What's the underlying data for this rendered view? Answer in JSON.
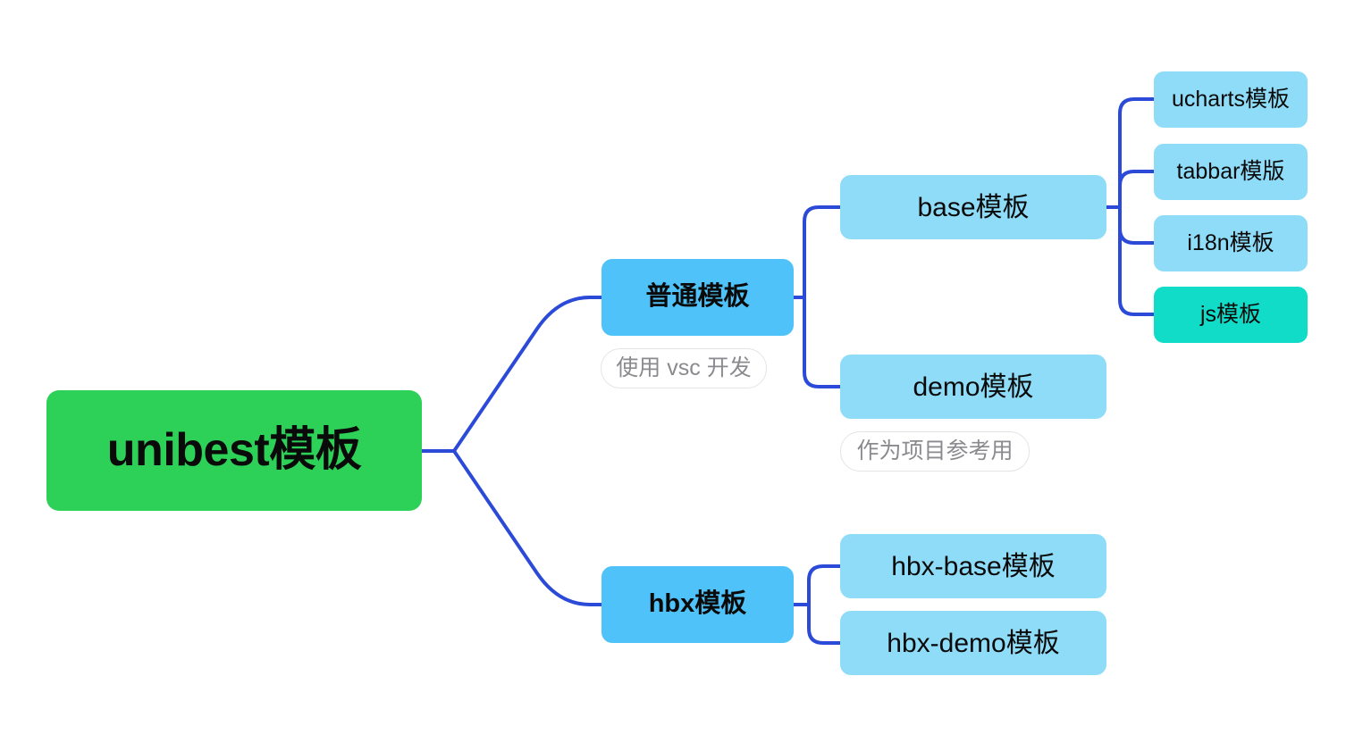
{
  "diagram": {
    "type": "mindmap",
    "title": "unibest模板",
    "orientation": "left-to-right",
    "background": "#ffffff",
    "edge_color": "#2b4ad8",
    "edge_width": 4
  },
  "colors": {
    "root_green": "#2ed158",
    "level1_blue": "#4fc3f9",
    "level2_light_blue": "#8fdcf8",
    "accent_teal": "#10dcc8",
    "edge_blue": "#2b4ad8",
    "note_text": "#8b8b8f",
    "note_border": "#e4e4e6",
    "node_text": "#0a0a0a"
  },
  "root": {
    "label": "unibest模板"
  },
  "branches": [
    {
      "id": "normal",
      "label": "普通模板",
      "note": "使用 vsc 开发",
      "children": [
        {
          "id": "base",
          "label": "base模板",
          "note": null,
          "children": [
            {
              "id": "ucharts",
              "label": "ucharts模板",
              "highlight": false
            },
            {
              "id": "tabbar",
              "label": "tabbar模版",
              "highlight": false
            },
            {
              "id": "i18n",
              "label": "i18n模板",
              "highlight": false
            },
            {
              "id": "js",
              "label": "js模板",
              "highlight": true
            }
          ]
        },
        {
          "id": "demo",
          "label": "demo模板",
          "note": "作为项目参考用",
          "children": []
        }
      ]
    },
    {
      "id": "hbx",
      "label": "hbx模板",
      "note": null,
      "children": [
        {
          "id": "hbx-base",
          "label": "hbx-base模板",
          "children": []
        },
        {
          "id": "hbx-demo",
          "label": "hbx-demo模板",
          "children": []
        }
      ]
    }
  ]
}
